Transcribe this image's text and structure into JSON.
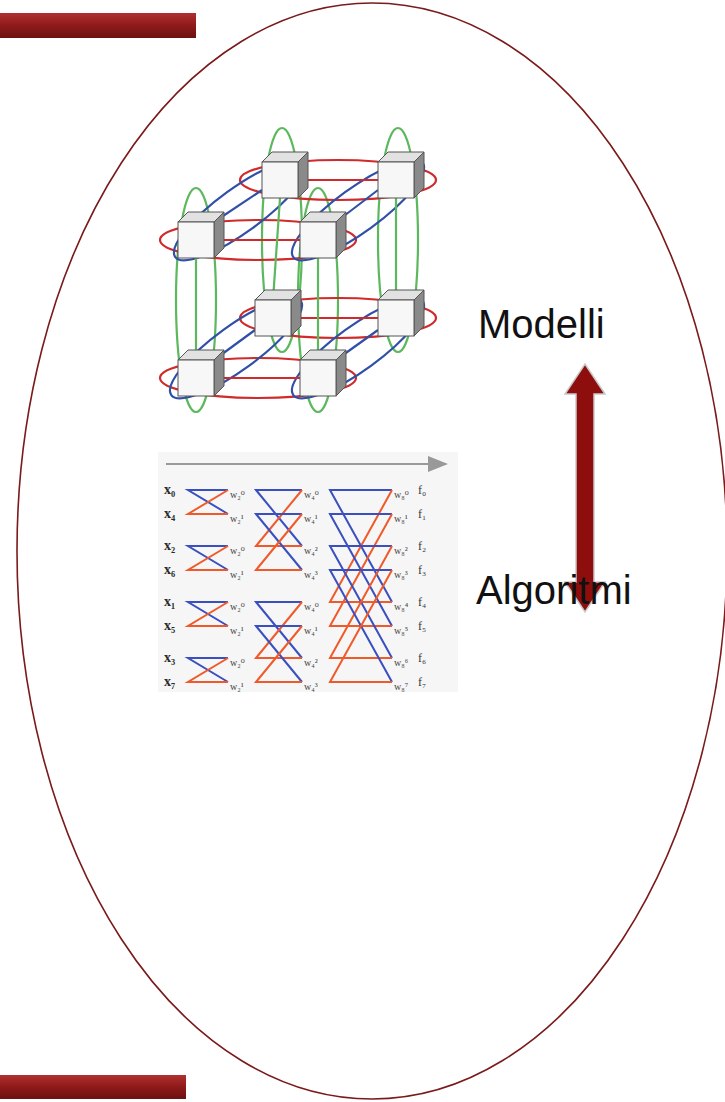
{
  "diagram": {
    "nodes": [
      {
        "text": [
          "Modelli",
          "Algoritmi"
        ]
      }
    ],
    "labels": [
      "x₀",
      "x₄",
      "x₂",
      "x₆",
      "x₁",
      "x₅",
      "x₃",
      "x₇",
      "w₂⁰",
      "w₂¹",
      "w₂⁰",
      "w₂¹",
      "w₂⁰",
      "w₂¹",
      "w₂⁰",
      "w₂¹",
      "w₄⁰",
      "w₄¹",
      "w₄²",
      "w₄³",
      "w₄⁰",
      "w₄¹",
      "w₄²",
      "w₄³",
      "w₈⁰",
      "w₈¹",
      "w₈²",
      "w₈³",
      "w₈⁴",
      "w₈⁵",
      "w₈⁶",
      "w₈⁷",
      "f₀",
      "f₁",
      "f₂",
      "f₃",
      "f₄",
      "f₅",
      "f₆",
      "f₇"
    ]
  }
}
